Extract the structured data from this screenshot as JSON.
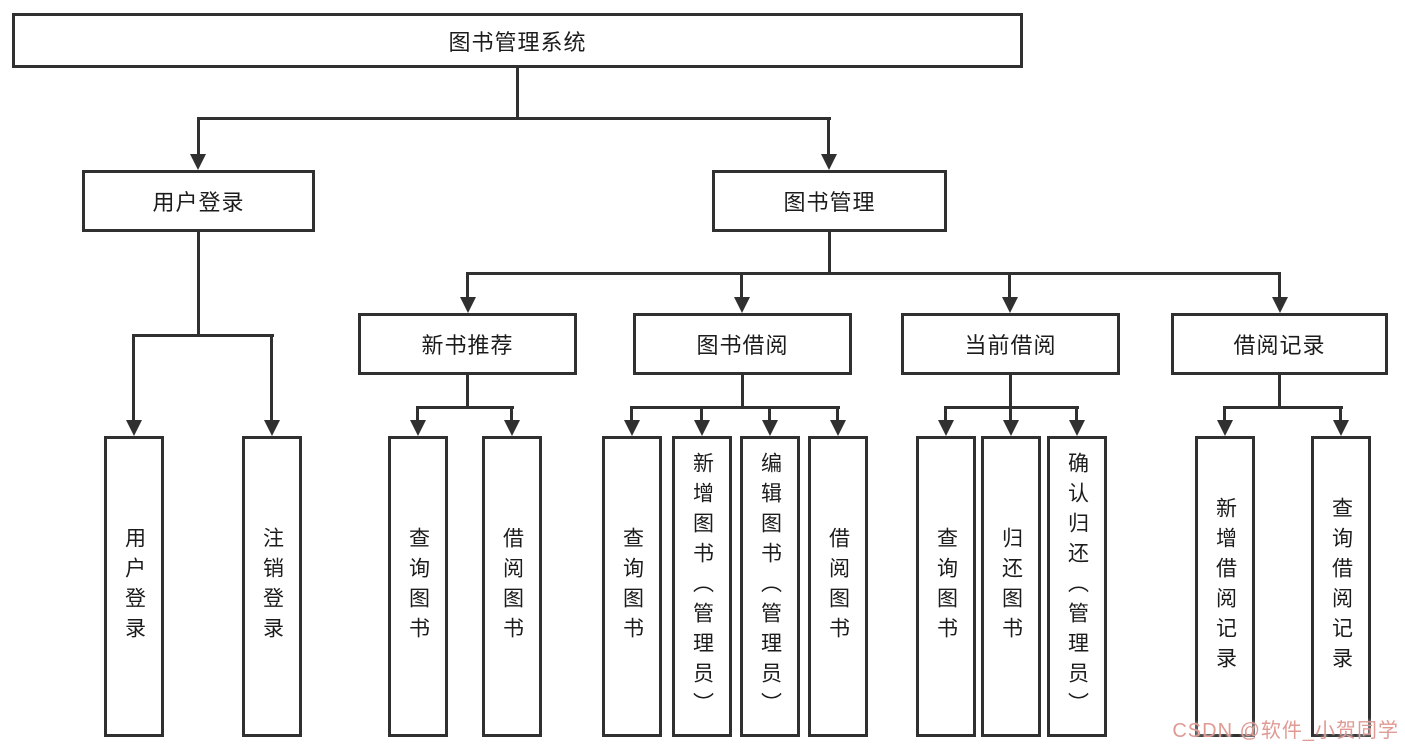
{
  "tree": {
    "label": "图书管理系统",
    "children": [
      {
        "label": "用户登录",
        "children": [
          {
            "label": "用户登录"
          },
          {
            "label": "注销登录"
          }
        ]
      },
      {
        "label": "图书管理",
        "children": [
          {
            "label": "新书推荐",
            "children": [
              {
                "label": "查询图书"
              },
              {
                "label": "借阅图书"
              }
            ]
          },
          {
            "label": "图书借阅",
            "children": [
              {
                "label": "查询图书"
              },
              {
                "label": "新增图书（管理员）"
              },
              {
                "label": "编辑图书（管理员）"
              },
              {
                "label": "借阅图书"
              }
            ]
          },
          {
            "label": "当前借阅",
            "children": [
              {
                "label": "查询图书"
              },
              {
                "label": "归还图书"
              },
              {
                "label": "确认归还（管理员）"
              }
            ]
          },
          {
            "label": "借阅记录",
            "children": [
              {
                "label": "新增借阅记录"
              },
              {
                "label": "查询借阅记录"
              }
            ]
          }
        ]
      }
    ]
  },
  "watermark": {
    "text": "CSDN @软件_小贺同学"
  },
  "colors": {
    "line": "#303030",
    "text": "#1c1c1c",
    "watermark": "#e09a94",
    "background": "#ffffff"
  }
}
